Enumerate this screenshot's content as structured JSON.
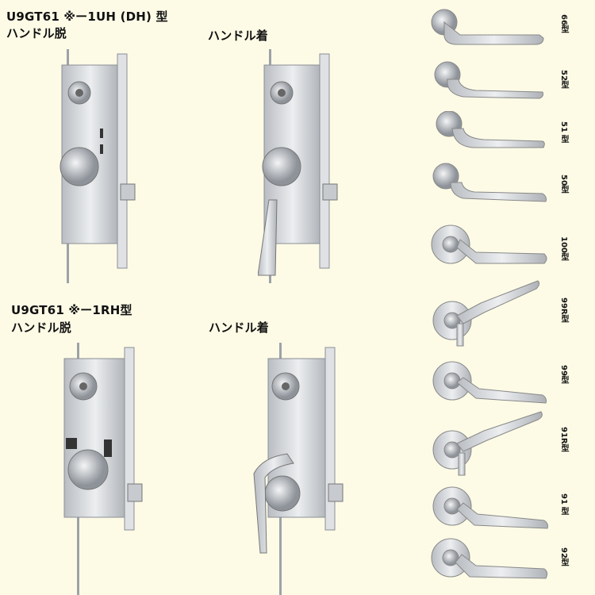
{
  "sections": [
    {
      "model": "U9GT61 ※ー1UH (DH) 型",
      "removed": "ハンドル脱",
      "attached": "ハンドル着"
    },
    {
      "model": "U9GT61 ※ー1RH型",
      "removed": "ハンドル脱",
      "attached": "ハンドル着"
    }
  ],
  "handles": [
    "66型",
    "52型",
    "51 型",
    "50型",
    "100型",
    "99R型",
    "99型",
    "91R型",
    "91 型",
    "92型"
  ],
  "colors": {
    "background": "#fdfbe6",
    "metal": "#c9ccd0",
    "metal_dark": "#8a8f96",
    "metal_light": "#eef0f2"
  }
}
